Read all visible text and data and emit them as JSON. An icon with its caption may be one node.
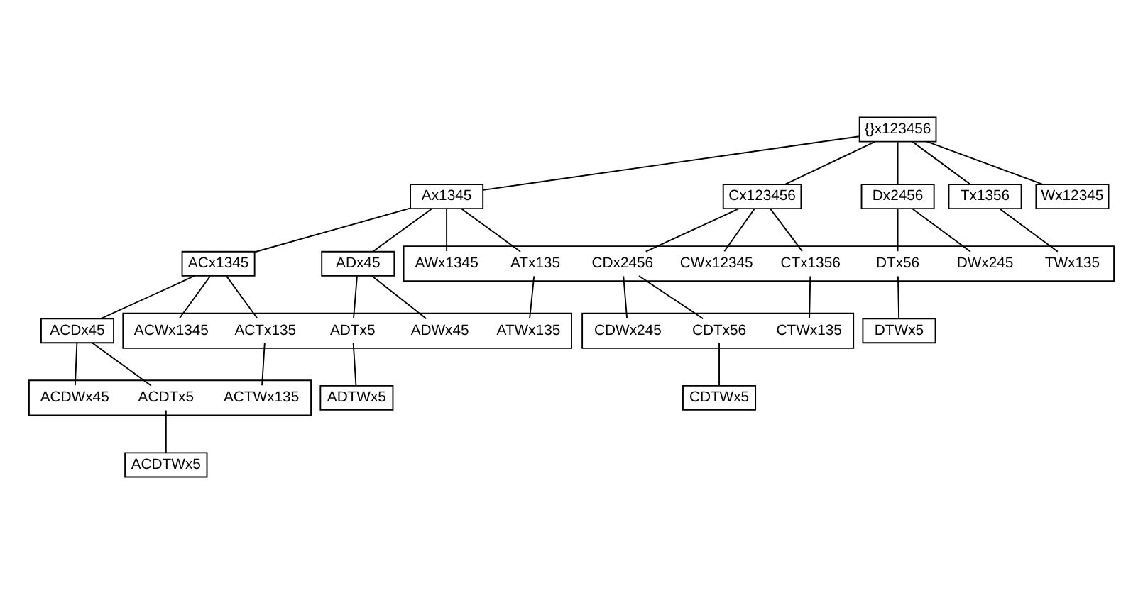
{
  "diagram": {
    "nodes": [
      {
        "text": [
          "{}x123456"
        ]
      },
      {
        "text": [
          "Ax1345"
        ]
      },
      {
        "text": [
          "Cx123456"
        ]
      },
      {
        "text": [
          "Dx2456"
        ]
      },
      {
        "text": [
          "Tx1356"
        ]
      },
      {
        "text": [
          "Wx12345"
        ]
      },
      {
        "text": [
          "ACx1345"
        ]
      },
      {
        "text": [
          "ADx45"
        ]
      },
      {
        "text": [],
        "shape": "box"
      },
      {
        "text": [
          "ATx135"
        ],
        "in": 8
      },
      {
        "text": [
          "AWx1345"
        ],
        "in": 8
      },
      {
        "text": [
          "CDx2456"
        ],
        "in": 8
      },
      {
        "text": [
          "CTx1356"
        ],
        "in": 8
      },
      {
        "text": [
          "CWx12345"
        ],
        "in": 8
      },
      {
        "text": [
          "DTx56"
        ],
        "in": 8
      },
      {
        "text": [
          "DWx245"
        ],
        "in": 8
      },
      {
        "text": [
          "TWx135"
        ],
        "in": 8
      },
      {
        "text": [
          "ACDx45"
        ]
      },
      {
        "text": [],
        "shape": "box"
      },
      {
        "text": [
          "ACTx135"
        ],
        "in": 18
      },
      {
        "text": [
          "ACWx1345"
        ],
        "in": 18
      },
      {
        "text": [
          "ADWx45"
        ],
        "in": 18
      },
      {
        "text": [
          "ADTx5"
        ],
        "in": 18
      },
      {
        "text": [
          "ATWx135"
        ],
        "in": 18
      },
      {
        "text": [],
        "shape": "box"
      },
      {
        "text": [
          "CDTx56"
        ],
        "in": 24
      },
      {
        "text": [
          "CDWx245"
        ],
        "in": 24
      },
      {
        "text": [
          "CTWx135"
        ],
        "in": 24
      },
      {
        "text": [
          "DTWx5"
        ]
      },
      {
        "text": [],
        "shape": "box"
      },
      {
        "text": [
          "ACDTx5"
        ],
        "in": 29
      },
      {
        "text": [
          "ACDWx45"
        ],
        "in": 29
      },
      {
        "text": [
          "ACTWx135"
        ],
        "in": 29
      },
      {
        "text": [
          "ADTWx5"
        ]
      },
      {
        "text": [
          "CDTWx5"
        ]
      },
      {
        "text": [
          "ACDTWx5"
        ]
      }
    ],
    "edges": [
      {
        "from": 0,
        "to": 1,
        "arrow": "none"
      },
      {
        "from": 0,
        "to": 2,
        "arrow": "none"
      },
      {
        "from": 0,
        "to": 3,
        "arrow": "none"
      },
      {
        "from": 0,
        "to": 4,
        "arrow": "none"
      },
      {
        "from": 0,
        "to": 5,
        "arrow": "none"
      },
      {
        "from": 1,
        "to": 6,
        "arrow": "none"
      },
      {
        "from": 1,
        "to": 7,
        "arrow": "none"
      },
      {
        "from": 1,
        "to": 9,
        "arrow": "none"
      },
      {
        "from": 1,
        "to": 10,
        "arrow": "none"
      },
      {
        "from": 2,
        "to": 11,
        "arrow": "none"
      },
      {
        "from": 2,
        "to": 12,
        "arrow": "none"
      },
      {
        "from": 2,
        "to": 13,
        "arrow": "none"
      },
      {
        "from": 3,
        "to": 14,
        "arrow": "none"
      },
      {
        "from": 3,
        "to": 15,
        "arrow": "none"
      },
      {
        "from": 4,
        "to": 16,
        "arrow": "none"
      },
      {
        "from": 6,
        "to": 17,
        "arrow": "none"
      },
      {
        "from": 6,
        "to": 19,
        "arrow": "none"
      },
      {
        "from": 6,
        "to": 20,
        "arrow": "none"
      },
      {
        "from": 7,
        "to": 21,
        "arrow": "none"
      },
      {
        "from": 7,
        "to": 22,
        "arrow": "none"
      },
      {
        "from": 9,
        "to": 23,
        "arrow": "none"
      },
      {
        "from": 11,
        "to": 25,
        "arrow": "none"
      },
      {
        "from": 11,
        "to": 26,
        "arrow": "none"
      },
      {
        "from": 12,
        "to": 27,
        "arrow": "none"
      },
      {
        "from": 14,
        "to": 28,
        "arrow": "none"
      },
      {
        "from": 17,
        "to": 30,
        "arrow": "none"
      },
      {
        "from": 17,
        "to": 31,
        "arrow": "none"
      },
      {
        "from": 19,
        "to": 32,
        "arrow": "none"
      },
      {
        "from": 22,
        "to": 33,
        "arrow": "none"
      },
      {
        "from": 25,
        "to": 34,
        "arrow": "none"
      },
      {
        "from": 30,
        "to": 35,
        "arrow": "none"
      }
    ]
  }
}
